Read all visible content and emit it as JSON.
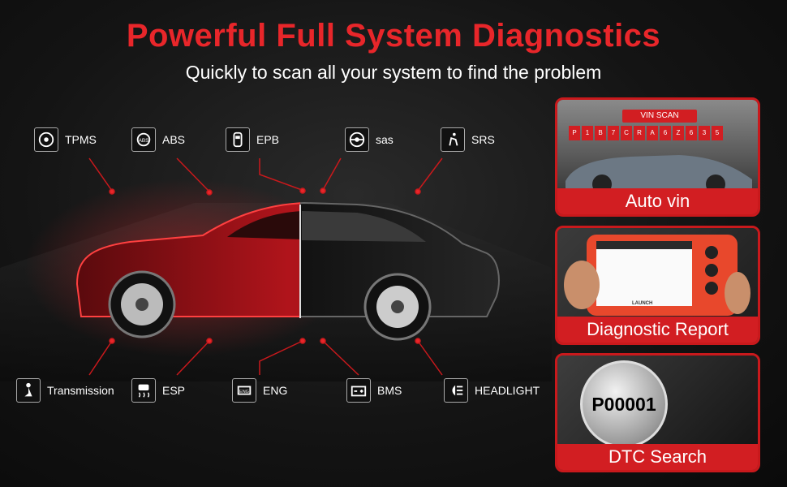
{
  "header": {
    "title": "Powerful Full System Diagnostics",
    "subtitle": "Quickly to scan all your system to find the problem"
  },
  "systems_top": [
    {
      "label": "TPMS",
      "icon": "tire-pressure-icon"
    },
    {
      "label": "ABS",
      "icon": "abs-icon"
    },
    {
      "label": "EPB",
      "icon": "parking-brake-icon"
    },
    {
      "label": "sas",
      "icon": "steering-wheel-icon"
    },
    {
      "label": "SRS",
      "icon": "airbag-seat-icon"
    }
  ],
  "systems_bottom": [
    {
      "label": "Transmission",
      "icon": "gear-shift-icon"
    },
    {
      "label": "ESP",
      "icon": "stability-control-icon"
    },
    {
      "label": "ENG",
      "icon": "engine-icon"
    },
    {
      "label": "BMS",
      "icon": "battery-icon"
    },
    {
      "label": "HEADLIGHT",
      "icon": "headlight-icon"
    }
  ],
  "features": {
    "auto_vin": {
      "caption": "Auto vin",
      "banner": "VIN SCAN",
      "vin_chars": [
        "P",
        "1",
        "B",
        "7",
        "C",
        "R",
        "A",
        "6",
        "Z",
        "6",
        "3",
        "5"
      ]
    },
    "diagnostic_report": {
      "caption": "Diagnostic Report",
      "device_brand": "LAUNCH"
    },
    "dtc_search": {
      "caption": "DTC Search",
      "code": "P00001"
    }
  },
  "colors": {
    "accent": "#e8262a",
    "caption_bg": "#d21e22",
    "background": "#141414"
  }
}
